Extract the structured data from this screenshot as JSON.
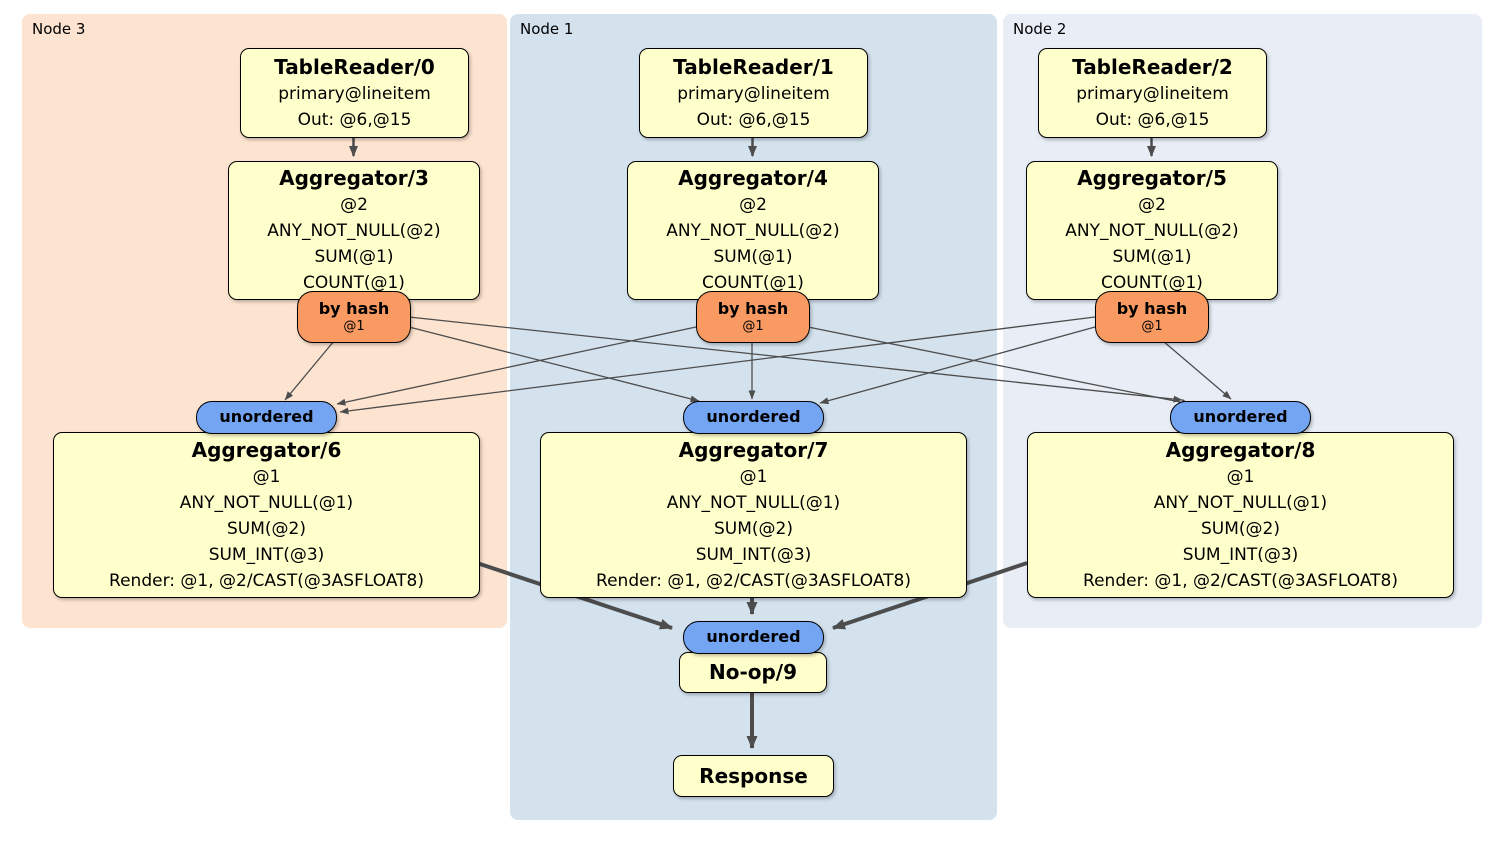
{
  "colors": {
    "page_bg": "#ffffff",
    "node3_region_bg": "#fde4d0",
    "node1_region_bg": "#d4e2ee",
    "node2_region_bg": "#e8edf6",
    "processor_box_fill": "#ffffcc",
    "hash_badge_fill": "#f89a62",
    "unordered_badge_fill": "#74a5f3",
    "edge_color": "#4d4d4d"
  },
  "regions": [
    {
      "label": "Node 3"
    },
    {
      "label": "Node 1"
    },
    {
      "label": "Node 2"
    }
  ],
  "columns": [
    {
      "table_reader": {
        "title": "TableReader/0",
        "line1": "primary@lineitem",
        "line2": "Out: @6,@15"
      },
      "aggregator_top": {
        "title": "Aggregator/3",
        "lines": [
          "@2",
          "ANY_NOT_NULL(@2)",
          "SUM(@1)",
          "COUNT(@1)"
        ]
      },
      "hash_badge": {
        "label": "by hash",
        "sub": "@1"
      },
      "unordered_badge": "unordered",
      "aggregator_bottom": {
        "title": "Aggregator/6",
        "lines": [
          "@1",
          "ANY_NOT_NULL(@1)",
          "SUM(@2)",
          "SUM_INT(@3)",
          "Render: @1, @2/CAST(@3ASFLOAT8)"
        ]
      }
    },
    {
      "table_reader": {
        "title": "TableReader/1",
        "line1": "primary@lineitem",
        "line2": "Out: @6,@15"
      },
      "aggregator_top": {
        "title": "Aggregator/4",
        "lines": [
          "@2",
          "ANY_NOT_NULL(@2)",
          "SUM(@1)",
          "COUNT(@1)"
        ]
      },
      "hash_badge": {
        "label": "by hash",
        "sub": "@1"
      },
      "unordered_badge": "unordered",
      "aggregator_bottom": {
        "title": "Aggregator/7",
        "lines": [
          "@1",
          "ANY_NOT_NULL(@1)",
          "SUM(@2)",
          "SUM_INT(@3)",
          "Render: @1, @2/CAST(@3ASFLOAT8)"
        ]
      }
    },
    {
      "table_reader": {
        "title": "TableReader/2",
        "line1": "primary@lineitem",
        "line2": "Out: @6,@15"
      },
      "aggregator_top": {
        "title": "Aggregator/5",
        "lines": [
          "@2",
          "ANY_NOT_NULL(@2)",
          "SUM(@1)",
          "COUNT(@1)"
        ]
      },
      "hash_badge": {
        "label": "by hash",
        "sub": "@1"
      },
      "unordered_badge": "unordered",
      "aggregator_bottom": {
        "title": "Aggregator/8",
        "lines": [
          "@1",
          "ANY_NOT_NULL(@1)",
          "SUM(@2)",
          "SUM_INT(@3)",
          "Render: @1, @2/CAST(@3ASFLOAT8)"
        ]
      }
    }
  ],
  "sink": {
    "unordered_badge": "unordered",
    "noop_title": "No-op/9",
    "response_title": "Response"
  }
}
